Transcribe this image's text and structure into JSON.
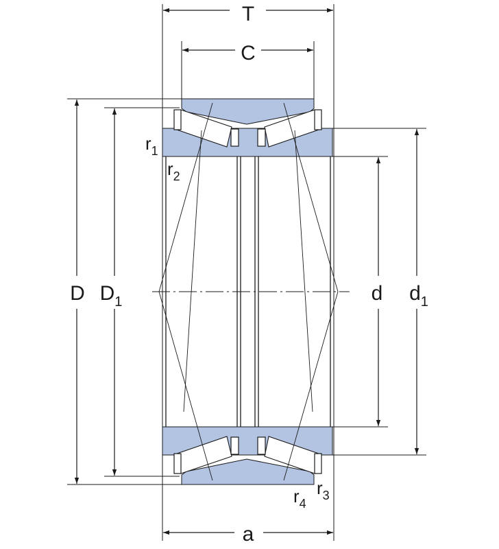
{
  "colors": {
    "ring_fill": "#b3c3e2",
    "line": "#1a1a1a",
    "background": "#ffffff"
  },
  "labels": {
    "T": "T",
    "C": "C",
    "D": "D",
    "D1_main": "D",
    "D1_sub": "1",
    "d": "d",
    "d1_main": "d",
    "d1_sub": "1",
    "a": "a",
    "r1_main": "r",
    "r1_sub": "1",
    "r2_main": "r",
    "r2_sub": "2",
    "r3_main": "r",
    "r3_sub": "3",
    "r4_main": "r",
    "r4_sub": "4"
  }
}
